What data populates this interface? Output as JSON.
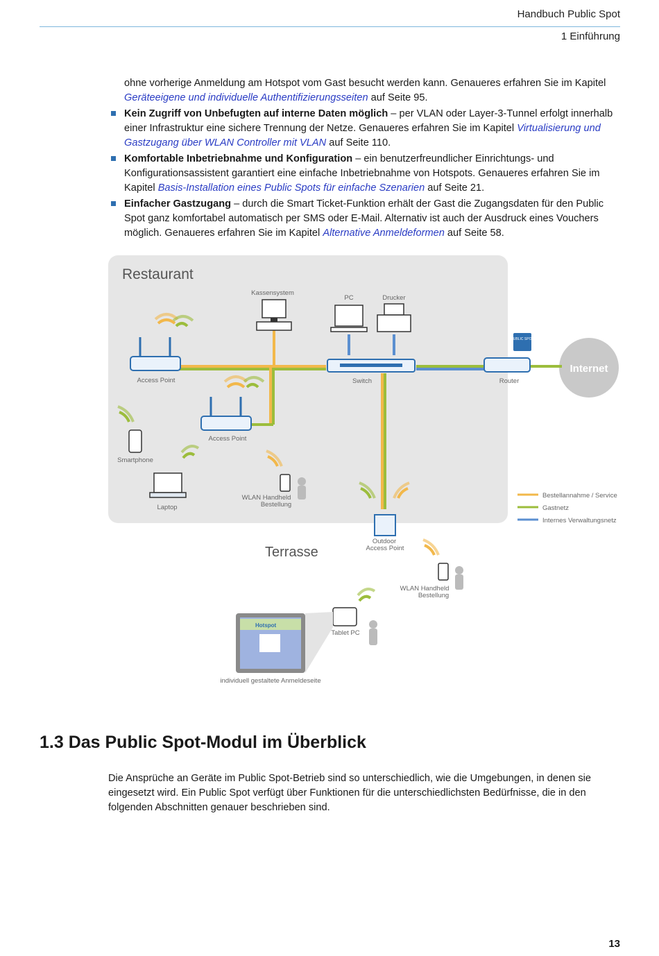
{
  "header": {
    "line1": "Handbuch Public Spot",
    "line2": "1 Einführung"
  },
  "intro": {
    "text": "ohne vorherige Anmeldung am Hotspot vom Gast besucht werden kann. Genaueres erfahren Sie im Kapitel ",
    "link": "Geräteeigene und individuelle Authentifizierungsseiten",
    "suffix": " auf Seite 95."
  },
  "bullets": [
    {
      "title": "Kein Zugriff von Unbefugten auf interne Daten möglich",
      "text": " – per VLAN oder Layer-3-Tunnel erfolgt innerhalb einer Infrastruktur eine sichere Trennung der Netze. Genaueres erfahren Sie im Kapitel ",
      "link": "Virtualisierung und Gastzugang über WLAN Controller mit VLAN",
      "suffix": " auf Seite 110."
    },
    {
      "title": "Komfortable Inbetriebnahme und Konfiguration",
      "text": " – ein benutzerfreundlicher Einrichtungs- und Konfigurationsassistent garantiert eine einfache Inbetriebnahme von Hotspots. Genaueres erfahren Sie im Kapitel ",
      "link": "Basis-Installation eines Public Spots für einfache Szenarien",
      "suffix": " auf Seite 21."
    },
    {
      "title": "Einfacher Gastzugang",
      "text": " – durch die Smart Ticket-Funktion erhält der Gast die Zugangsdaten für den Public Spot ganz komfortabel automatisch per SMS oder E-Mail. Alternativ ist auch der Ausdruck eines Vouchers möglich. Genaueres erfahren Sie im Kapitel ",
      "link": "Alternative Anmeldeformen",
      "suffix": " auf Seite 58."
    }
  ],
  "diagram": {
    "restaurant": "Restaurant",
    "terrasse": "Terrasse",
    "internet": "Internet",
    "labels": {
      "kassensystem": "Kassensystem",
      "pc": "PC",
      "drucker": "Drucker",
      "ap1": "Access Point",
      "switch": "Switch",
      "router": "Router",
      "ap2": "Access Point",
      "smartphone": "Smartphone",
      "laptop": "Laptop",
      "handheld1_l1": "WLAN Handheld",
      "handheld1_l2": "Bestellung",
      "outdoor_l1": "Outdoor",
      "outdoor_l2": "Access Point",
      "handheld2_l1": "WLAN Handheld",
      "handheld2_l2": "Bestellung",
      "tablet": "Tablet PC",
      "anmeldeseite": "individuell gestaltete Anmeldeseite",
      "hotspot": "Hotspot",
      "public_badge": "PUBLIC SPOT"
    },
    "legend": [
      {
        "label": "Bestellannahme / Service",
        "color": "#f2b84b"
      },
      {
        "label": "Gastnetz",
        "color": "#9cbd3c"
      },
      {
        "label": "Internes Verwaltungsnetz",
        "color": "#5b8fd0"
      }
    ]
  },
  "section": {
    "title": "1.3 Das Public Spot-Modul im Überblick",
    "text": "Die Ansprüche an Geräte im Public Spot-Betrieb sind so unterschiedlich, wie die Umgebungen, in denen sie eingesetzt wird. Ein Public Spot verfügt über Funktionen für die unterschiedlichsten Bedürfnisse, die in den folgenden Abschnitten genauer beschrieben sind."
  },
  "page_number": "13"
}
